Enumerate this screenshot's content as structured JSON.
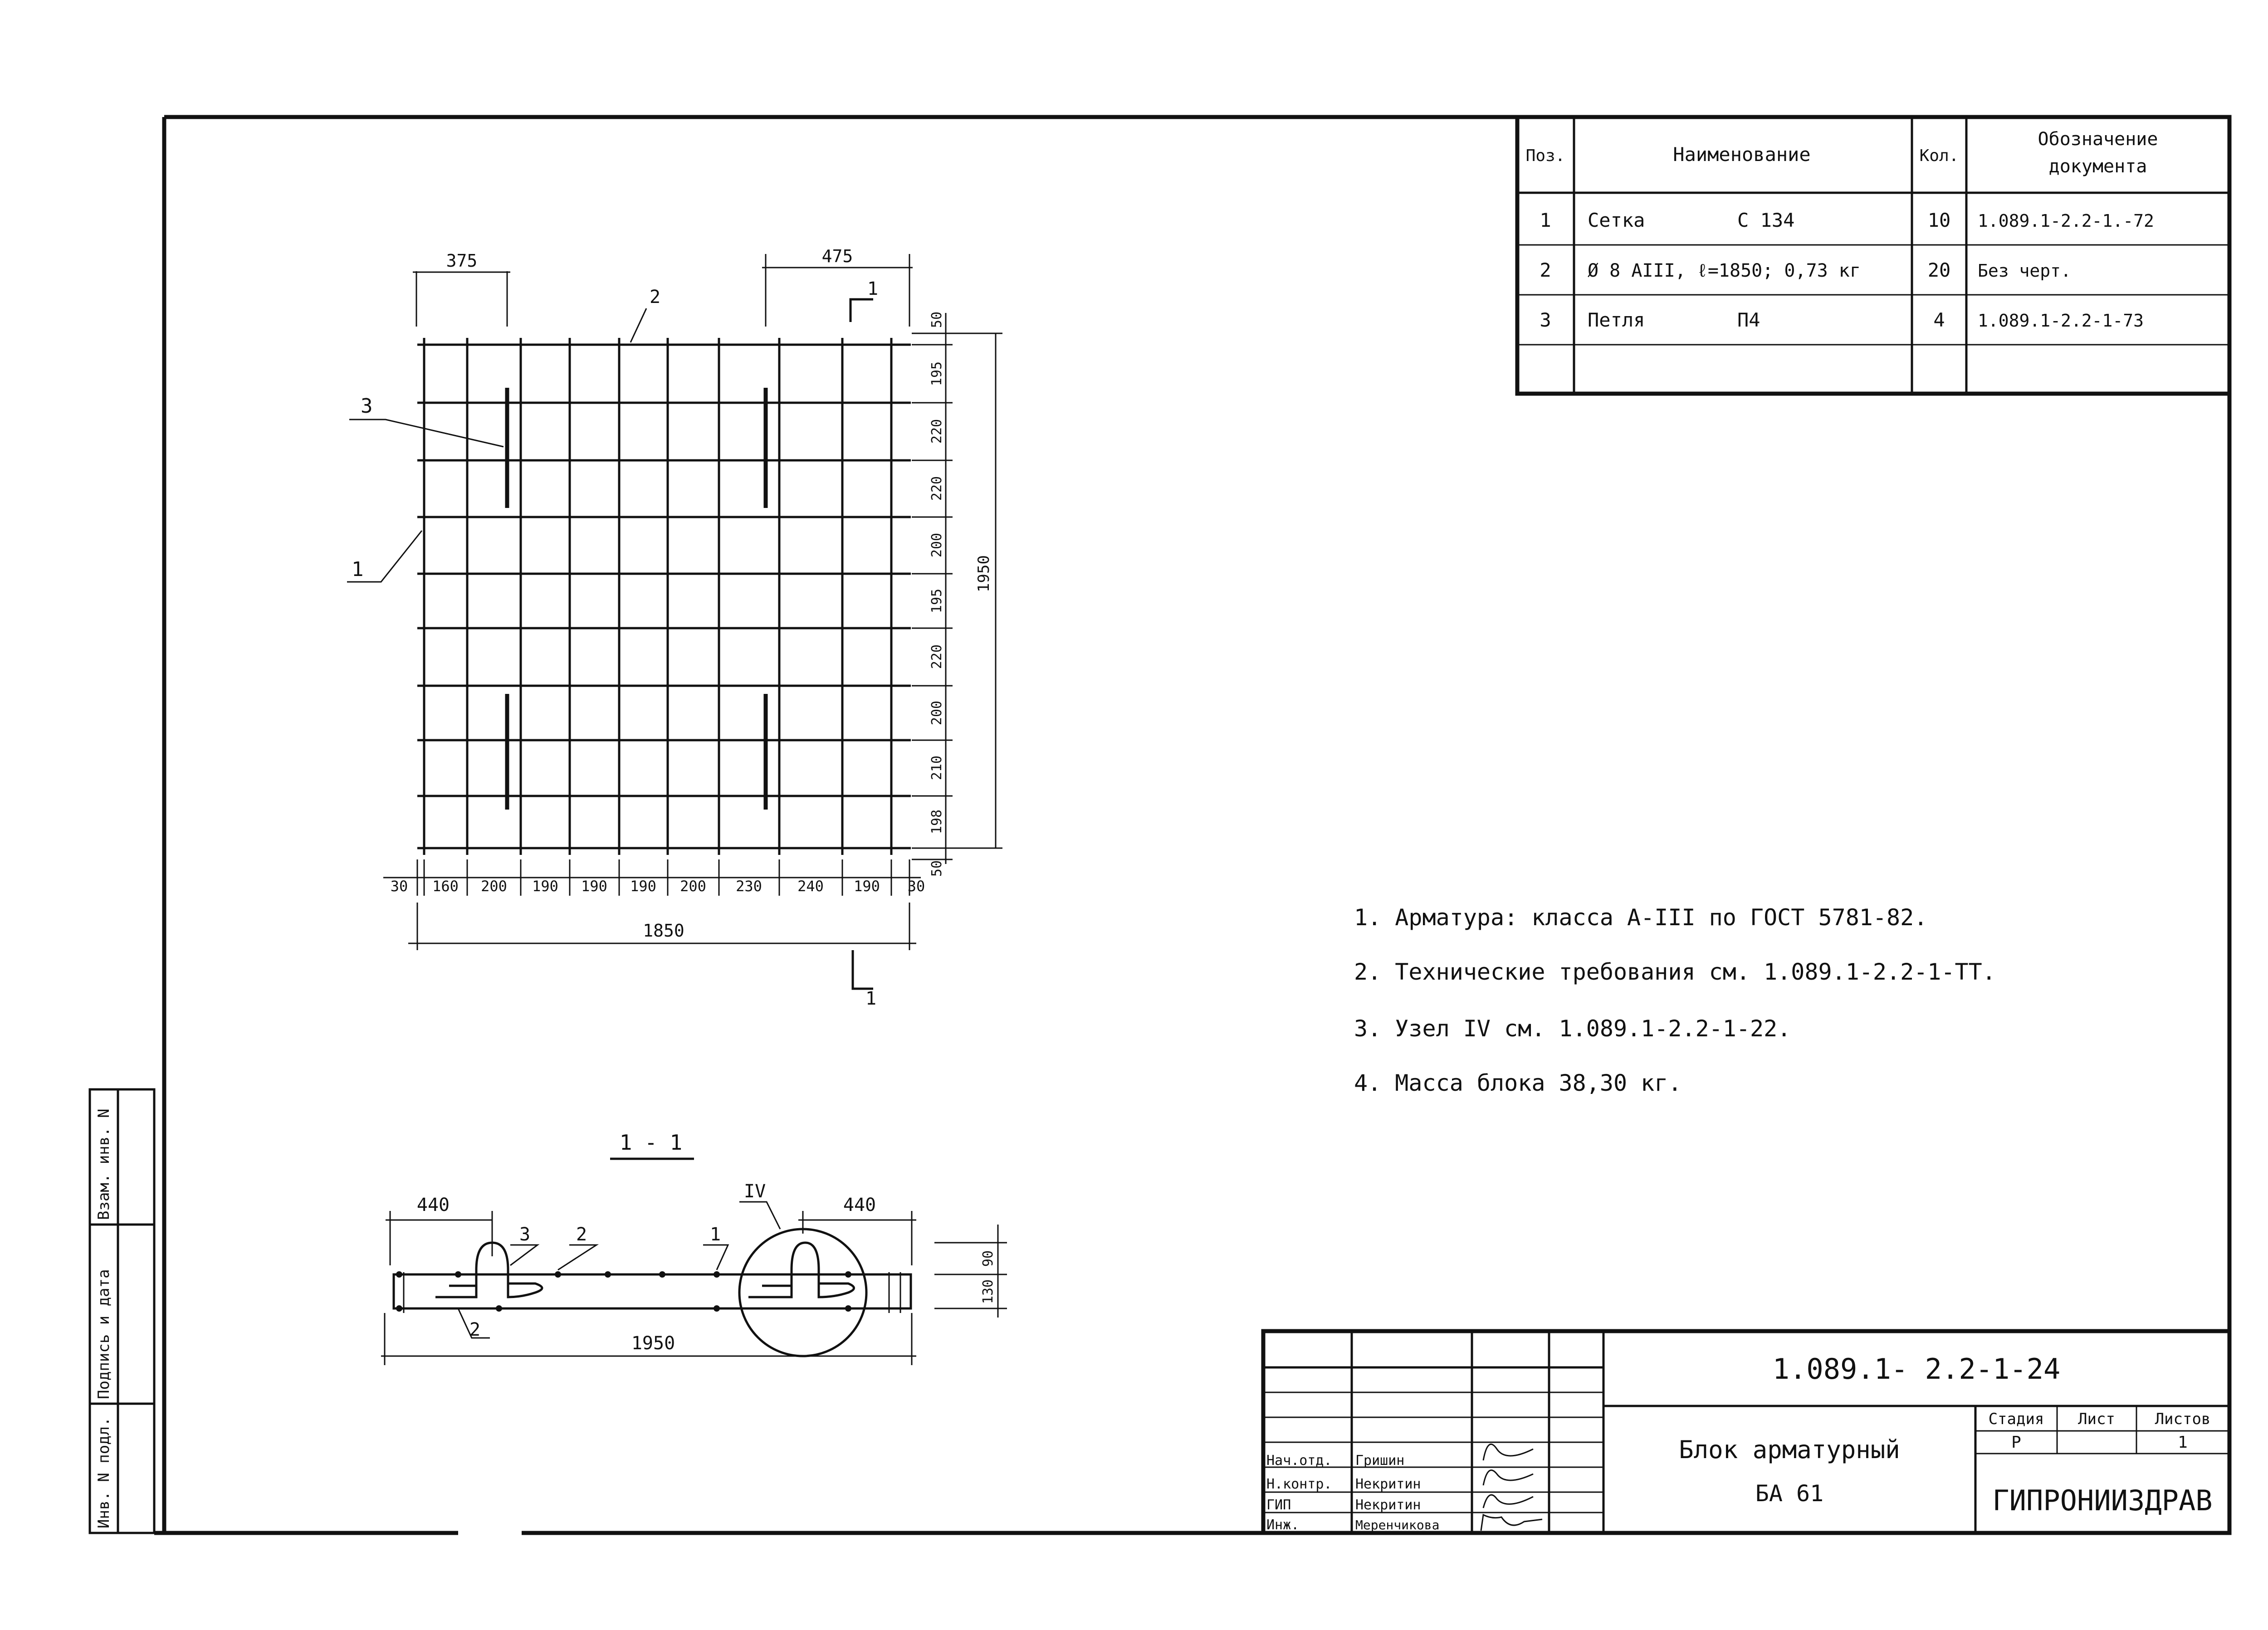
{
  "spec_table": {
    "headers": {
      "pos": "Поз.",
      "name": "Наименование",
      "qty": "Кол.",
      "doc": [
        "Обозначение",
        "документа"
      ]
    },
    "rows": [
      {
        "pos": "1",
        "name": "Сетка",
        "name2": "С 134",
        "qty": "10",
        "doc": "1.089.1-2.2-1.-72"
      },
      {
        "pos": "2",
        "name": "Ø 8 АIII, ℓ=1850; 0,73 кг",
        "name2": "",
        "qty": "20",
        "doc": "Без черт."
      },
      {
        "pos": "3",
        "name": "Петля",
        "name2": "П4",
        "qty": "4",
        "doc": "1.089.1-2.2-1-73"
      }
    ]
  },
  "plan": {
    "dim_top_left": "375",
    "dim_top_right": "475",
    "leaders": {
      "bar": "2",
      "loop": "3",
      "mesh": "1"
    },
    "section_mark": "1",
    "x_dims": [
      "30",
      "160",
      "200",
      "190",
      "190",
      "190",
      "200",
      "230",
      "240",
      "190",
      "30"
    ],
    "x_total": "1850",
    "y_dims": [
      "50",
      "195",
      "220",
      "220",
      "200",
      "195",
      "220",
      "200",
      "210",
      "198",
      "50"
    ],
    "y_total": "1950"
  },
  "section": {
    "title": "1 - 1",
    "dim_left": "440",
    "dim_right": "440",
    "total": "1950",
    "node_mark": "IV",
    "leaders": [
      "3",
      "2",
      "1",
      "2"
    ],
    "right_dims": [
      "90",
      "130"
    ]
  },
  "notes": [
    "1. Арматура: класса А-III по ГОСТ 5781-82.",
    "2. Технические требования см. 1.089.1-2.2-1-ТТ.",
    "3. Узел IV см. 1.089.1-2.2-1-22.",
    "4. Масса блока 38,30 кг."
  ],
  "side_stamp": [
    "Инв. N подл.",
    "Подпись и дата",
    "Взам. инв. N"
  ],
  "title_block": {
    "doc_number": "1.089.1- 2.2-1-24",
    "title_line1": "Блок арматурный",
    "title_line2": "БА 61",
    "stage_label": "Стадия",
    "sheet_label": "Лист",
    "sheets_label": "Листов",
    "stage_value": "Р",
    "sheets_value": "1",
    "org": "ГИПРОНИИЗДРАВ",
    "people": [
      {
        "role": "Нач.отд.",
        "name": "Гришин"
      },
      {
        "role": "Н.контр.",
        "name": "Некритин"
      },
      {
        "role": "ГИП",
        "name": "Некритин"
      },
      {
        "role": "Инж.",
        "name": "Меренчикова"
      }
    ]
  }
}
